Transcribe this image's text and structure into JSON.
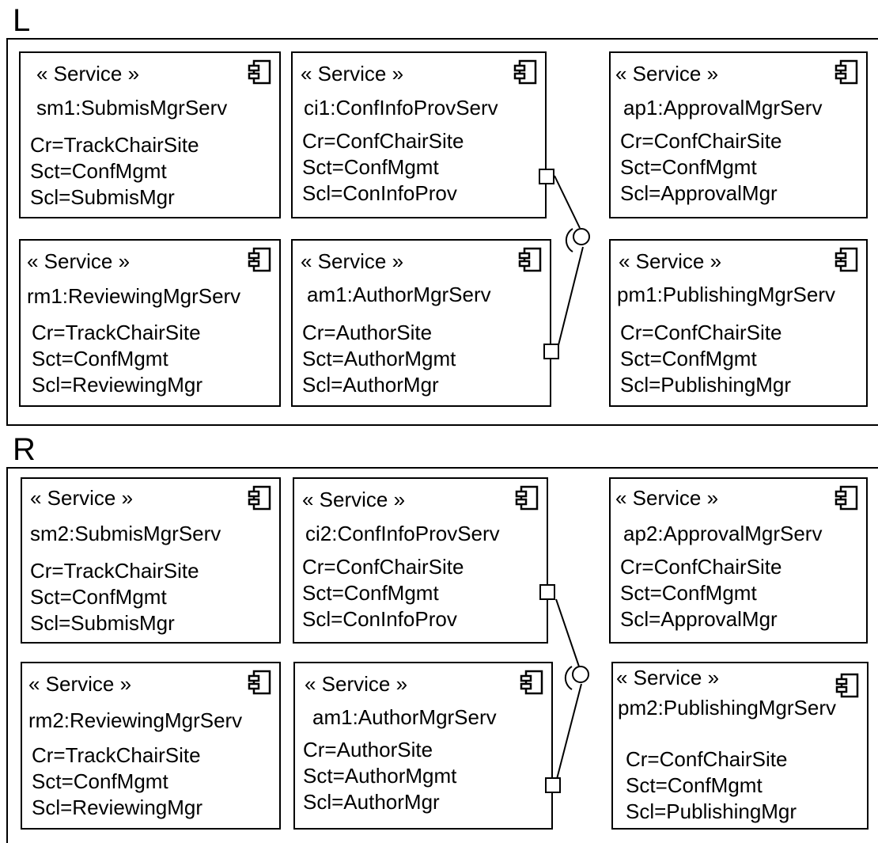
{
  "sections": {
    "left": {
      "label": "L",
      "components": {
        "sm": {
          "stereotype": "« Service »",
          "name": "sm1:SubmisMgrServ",
          "attrs": [
            "Cr=TrackChairSite",
            "Sct=ConfMgmt",
            "Scl=SubmisMgr"
          ]
        },
        "ci": {
          "stereotype": "« Service »",
          "name": "ci1:ConfInfoProvServ",
          "attrs": [
            "Cr=ConfChairSite",
            "Sct=ConfMgmt",
            "Scl=ConInfoProv"
          ]
        },
        "ap": {
          "stereotype": "« Service »",
          "name": "ap1:ApprovalMgrServ",
          "attrs": [
            "Cr=ConfChairSite",
            "Sct=ConfMgmt",
            "Scl=ApprovalMgr"
          ]
        },
        "rm": {
          "stereotype": "« Service »",
          "name": "rm1:ReviewingMgrServ",
          "attrs": [
            "Cr=TrackChairSite",
            "Sct=ConfMgmt",
            "Scl=ReviewingMgr"
          ]
        },
        "am": {
          "stereotype": "« Service »",
          "name": "am1:AuthorMgrServ",
          "attrs": [
            "Cr=AuthorSite",
            "Sct=AuthorMgmt",
            "Scl=AuthorMgr"
          ]
        },
        "pm": {
          "stereotype": "« Service »",
          "name": "pm1:PublishingMgrServ",
          "attrs": [
            "Cr=ConfChairSite",
            "Sct=ConfMgmt",
            "Scl=PublishingMgr"
          ]
        }
      }
    },
    "right": {
      "label": "R",
      "components": {
        "sm": {
          "stereotype": "« Service »",
          "name": "sm2:SubmisMgrServ",
          "attrs": [
            "Cr=TrackChairSite",
            "Sct=ConfMgmt",
            "Scl=SubmisMgr"
          ]
        },
        "ci": {
          "stereotype": "« Service »",
          "name": "ci2:ConfInfoProvServ",
          "attrs": [
            "Cr=ConfChairSite",
            "Sct=ConfMgmt",
            "Scl=ConInfoProv"
          ]
        },
        "ap": {
          "stereotype": "« Service »",
          "name": "ap2:ApprovalMgrServ",
          "attrs": [
            "Cr=ConfChairSite",
            "Sct=ConfMgmt",
            "Scl=ApprovalMgr"
          ]
        },
        "rm": {
          "stereotype": "« Service »",
          "name": "rm2:ReviewingMgrServ",
          "attrs": [
            "Cr=TrackChairSite",
            "Sct=ConfMgmt",
            "Scl=ReviewingMgr"
          ]
        },
        "am": {
          "stereotype": "« Service »",
          "name": "am1:AuthorMgrServ",
          "attrs": [
            "Cr=AuthorSite",
            "Sct=AuthorMgmt",
            "Scl=AuthorMgr"
          ]
        },
        "pm": {
          "stereotype": "« Service »",
          "name": "pm2:PublishingMgrServ",
          "attrs": [
            "Cr=ConfChairSite",
            "Sct=ConfMgmt",
            "Scl=PublishingMgr"
          ]
        }
      }
    }
  },
  "icons": {
    "component": "uml-component-icon",
    "interface": "ball-and-socket-icon",
    "port": "port-square-icon"
  }
}
